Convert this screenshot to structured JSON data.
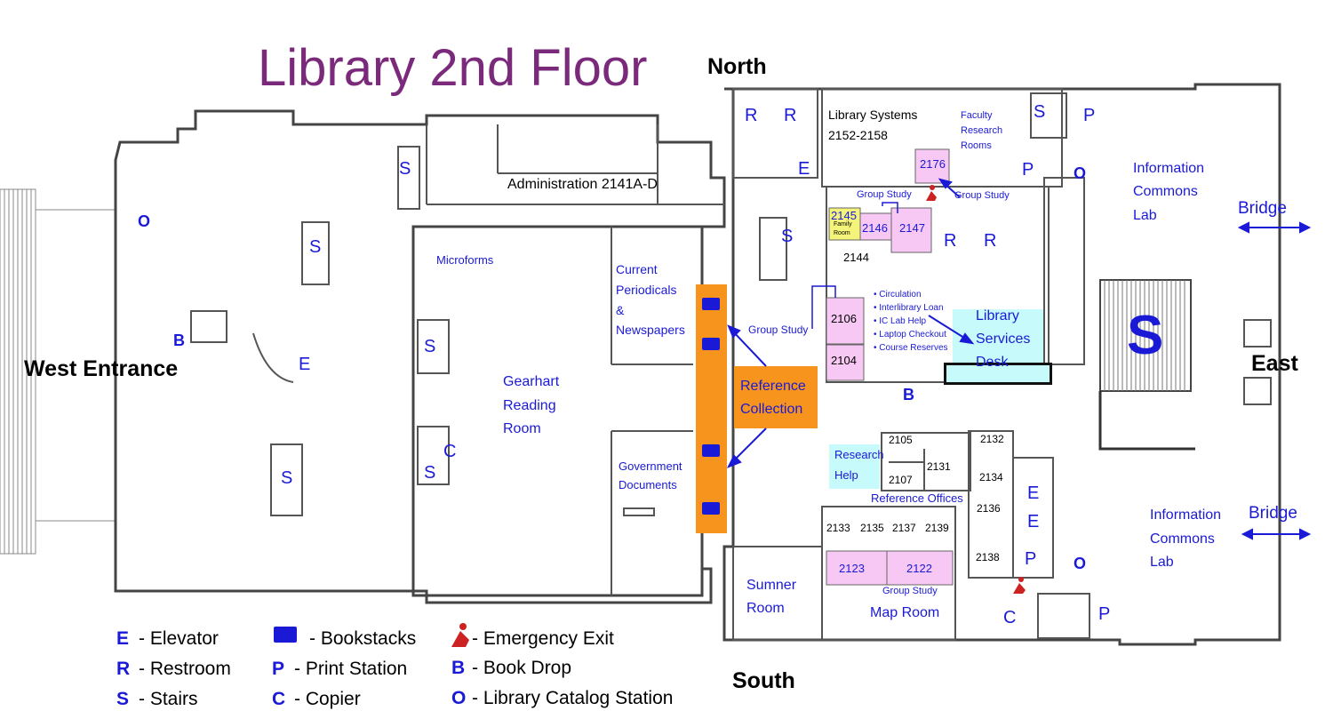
{
  "title": "Library 2nd Floor",
  "directions": {
    "north": "North",
    "south": "South",
    "east": "East",
    "west": "West Entrance"
  },
  "bridges": [
    "Bridge",
    "Bridge"
  ],
  "areas": {
    "administration": "Administration 2141A-D",
    "microforms": "Microforms",
    "periodicals": [
      "Current",
      "Periodicals",
      "&",
      "Newspapers"
    ],
    "gearhart": [
      "Gearhart",
      "Reading",
      "Room"
    ],
    "government": [
      "Government",
      "Documents"
    ],
    "reference": [
      "Reference",
      "Collection"
    ],
    "group_study_mid": "Group Study",
    "library_systems": [
      "Library Systems",
      "2152-2158"
    ],
    "faculty": [
      "Faculty",
      "Research",
      "Rooms"
    ],
    "info_commons_top": [
      "Information",
      "Commons",
      "Lab"
    ],
    "info_commons_bottom": [
      "Information",
      "Commons",
      "Lab"
    ],
    "services_desk": [
      "Library",
      "Services",
      "Desk"
    ],
    "services_list": [
      "• Circulation",
      "• Interlibrary Loan",
      "• IC Lab Help",
      "• Laptop Checkout",
      "• Course Reserves"
    ],
    "research_help": [
      "Research",
      "Help"
    ],
    "reference_offices": "Reference Offices",
    "sumner": [
      "Sumner",
      "Room"
    ],
    "map_room": "Map Room",
    "group_study_labels": [
      "Group Study",
      "Group Study",
      "Group Study"
    ],
    "family_room": [
      "Family",
      "Room"
    ]
  },
  "rooms": [
    "2176",
    "2145",
    "2146",
    "2147",
    "2144",
    "2106",
    "2104",
    "2105",
    "2132",
    "2131",
    "2134",
    "2107",
    "2136",
    "2133",
    "2135",
    "2137",
    "2139",
    "2138",
    "2123",
    "2122"
  ],
  "symbols": {
    "E": "E",
    "R": "R",
    "S": "S",
    "P": "P",
    "C": "C",
    "B": "B",
    "O": "O"
  },
  "legend": [
    {
      "sym": "E",
      "text": "- Elevator"
    },
    {
      "sym": "R",
      "text": "- Restroom"
    },
    {
      "sym": "S",
      "text": "- Stairs"
    },
    {
      "sym": "books",
      "text": "- Bookstacks"
    },
    {
      "sym": "P",
      "text": "- Print Station"
    },
    {
      "sym": "C",
      "text": "- Copier"
    },
    {
      "sym": "exit",
      "text": "- Emergency Exit"
    },
    {
      "sym": "B",
      "text": "- Book Drop"
    },
    {
      "sym": "O",
      "text": "- Library Catalog Station"
    }
  ],
  "colors": {
    "title": "#7b2a7b",
    "symbol": "#1a1ad6",
    "reference": "#f7941d",
    "pink": "#f6c8f3",
    "cyan": "#c6fafb",
    "yellow": "#f4f47a",
    "exit": "#cc2222"
  }
}
